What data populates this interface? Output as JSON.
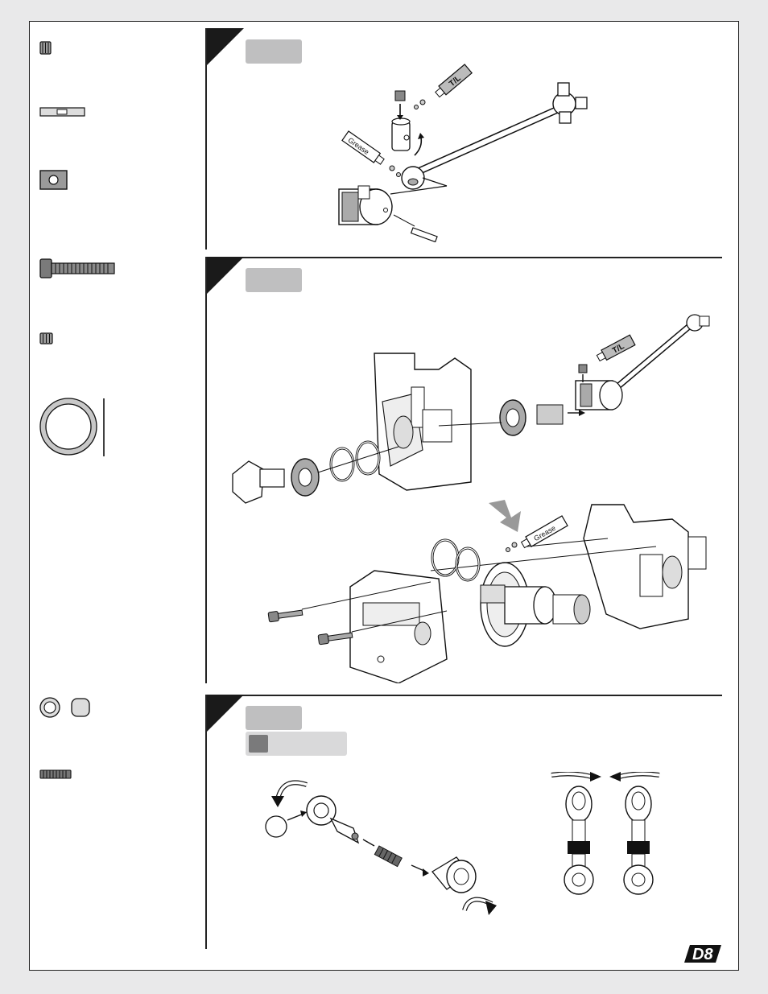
{
  "labels": {
    "tl_tube": "T/L",
    "grease_tube": "Grease",
    "brand_logo": "D8"
  },
  "colors": {
    "page_bg": "#ffffff",
    "outer_bg": "#e9e9ea",
    "step_badge": "#bfbfc0",
    "sub_badge": "#d9d9da",
    "line": "#222222"
  },
  "icons": {
    "set_screw": "set-screw-icon",
    "pin": "pin-icon",
    "square_nut": "square-nut-icon",
    "cap_screw": "cap-screw-icon",
    "o_ring": "o-ring-icon",
    "ball": "ball-icon",
    "spring": "spring-icon"
  }
}
